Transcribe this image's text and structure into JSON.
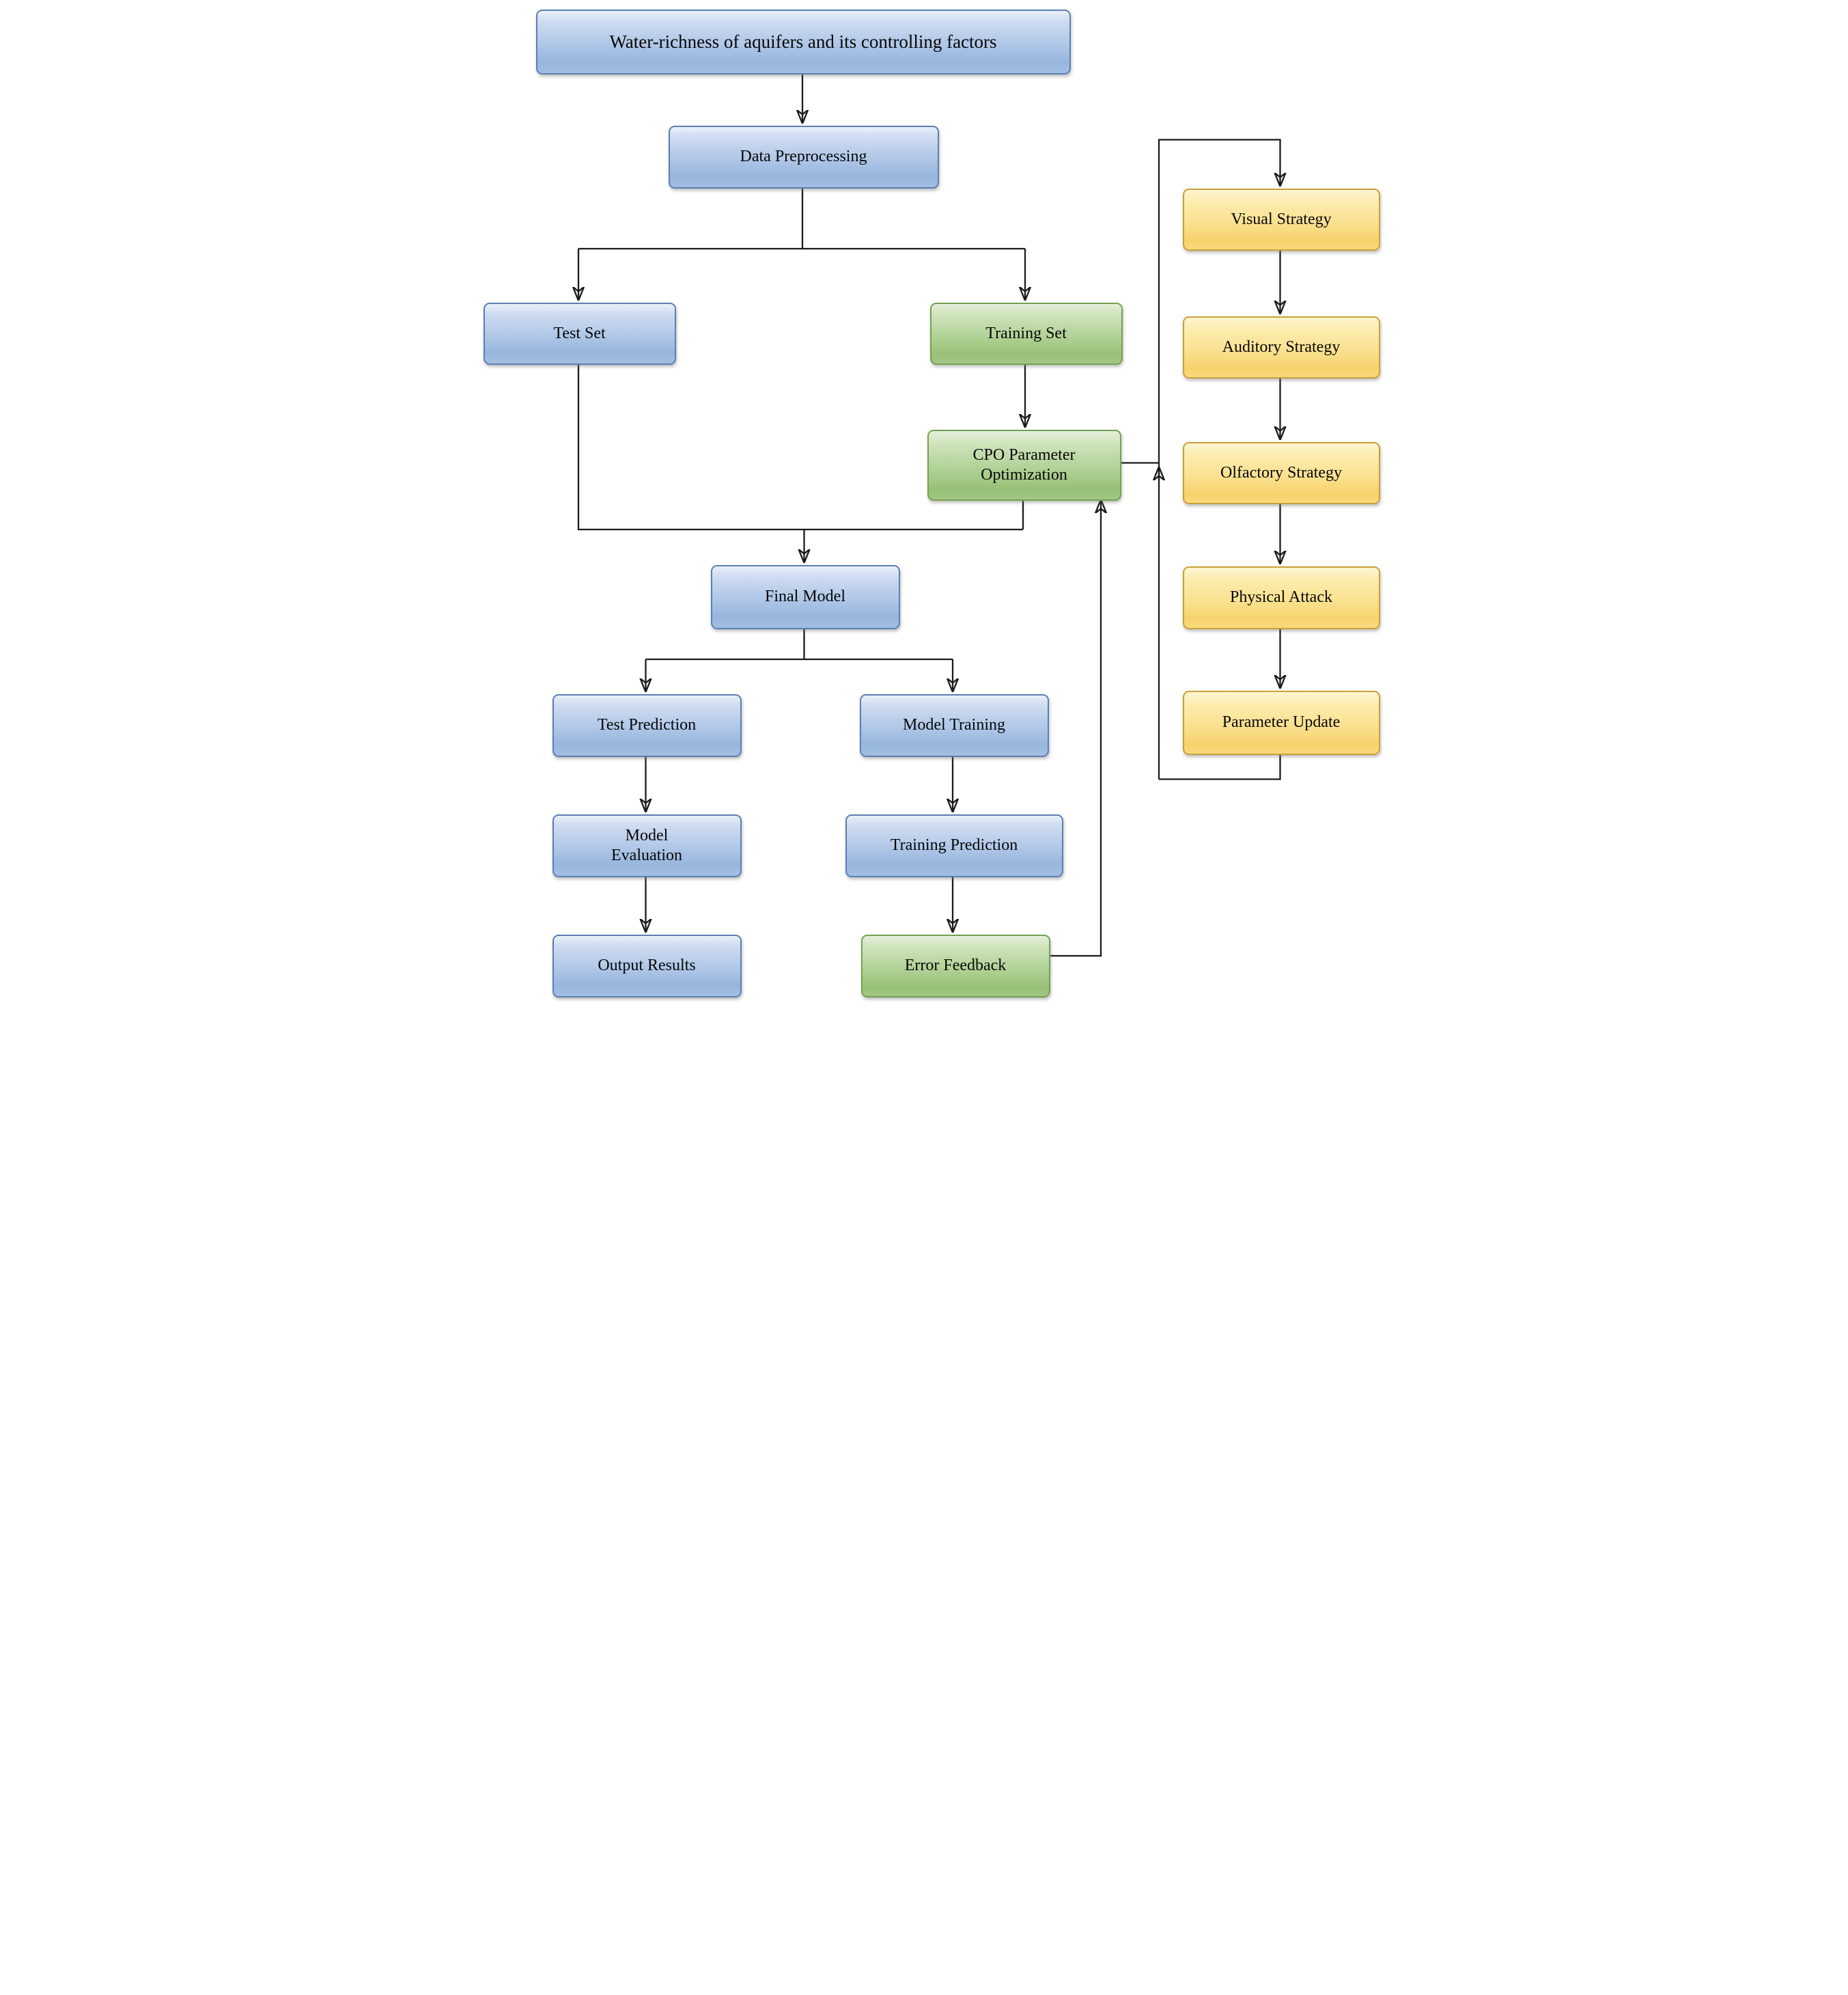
{
  "figure": {
    "background_color": "#ffffff",
    "line_color": "#1b1b1b",
    "text_color": "#070707"
  },
  "palette": {
    "blue_fill_top": "#cfdcf1",
    "blue_fill_bottom": "#97b6dd",
    "blue_border": "#5b7fb3",
    "green_fill_top": "#cfe4bc",
    "green_fill_bottom": "#98c077",
    "green_border": "#74a152",
    "yellow_fill_top": "#fcecae",
    "yellow_fill_bottom": "#f6d26c",
    "yellow_border": "#cb9f3a"
  },
  "diagram": {
    "nodes": [
      {
        "id": "water-richness",
        "label": "Water-richness of aquifers and its controlling factors",
        "color": "blue"
      },
      {
        "id": "data-preprocessing",
        "label": "Data Preprocessing",
        "color": "blue"
      },
      {
        "id": "test-set",
        "label": "Test Set",
        "color": "blue"
      },
      {
        "id": "training-set",
        "label": "Training Set",
        "color": "green"
      },
      {
        "id": "cpo-parameter-optimization",
        "label": "CPO Parameter Optimization",
        "color": "green"
      },
      {
        "id": "final-model",
        "label": "Final Model",
        "color": "blue"
      },
      {
        "id": "test-prediction",
        "label": "Test Prediction",
        "color": "blue"
      },
      {
        "id": "model-training",
        "label": "Model Training",
        "color": "blue"
      },
      {
        "id": "model-evaluation",
        "label": "Model Evaluation",
        "color": "blue"
      },
      {
        "id": "training-prediction",
        "label": "Training Prediction",
        "color": "blue"
      },
      {
        "id": "output-results",
        "label": "Output Results",
        "color": "blue"
      },
      {
        "id": "error-feedback",
        "label": "Error Feedback",
        "color": "green"
      },
      {
        "id": "visual-strategy",
        "label": "Visual Strategy",
        "color": "yellow"
      },
      {
        "id": "auditory-strategy",
        "label": "Auditory Strategy",
        "color": "yellow"
      },
      {
        "id": "olfactory-strategy",
        "label": "Olfactory Strategy",
        "color": "yellow"
      },
      {
        "id": "physical-attack",
        "label": "Physical Attack",
        "color": "yellow"
      },
      {
        "id": "parameter-update",
        "label": "Parameter Update",
        "color": "yellow"
      }
    ],
    "edges": [
      {
        "from": "water-richness",
        "to": "data-preprocessing"
      },
      {
        "from": "data-preprocessing",
        "to": "test-set"
      },
      {
        "from": "data-preprocessing",
        "to": "training-set"
      },
      {
        "from": "training-set",
        "to": "cpo-parameter-optimization"
      },
      {
        "from": "test-set",
        "to": "final-model"
      },
      {
        "from": "cpo-parameter-optimization",
        "to": "final-model"
      },
      {
        "from": "final-model",
        "to": "test-prediction"
      },
      {
        "from": "final-model",
        "to": "model-training"
      },
      {
        "from": "test-prediction",
        "to": "model-evaluation"
      },
      {
        "from": "model-evaluation",
        "to": "output-results"
      },
      {
        "from": "model-training",
        "to": "training-prediction"
      },
      {
        "from": "training-prediction",
        "to": "error-feedback"
      },
      {
        "from": "error-feedback",
        "to": "cpo-parameter-optimization"
      },
      {
        "from": "cpo-parameter-optimization",
        "to": "visual-strategy"
      },
      {
        "from": "visual-strategy",
        "to": "auditory-strategy"
      },
      {
        "from": "auditory-strategy",
        "to": "olfactory-strategy"
      },
      {
        "from": "olfactory-strategy",
        "to": "physical-attack"
      },
      {
        "from": "physical-attack",
        "to": "parameter-update"
      },
      {
        "from": "parameter-update",
        "to": "visual-strategy"
      }
    ]
  }
}
